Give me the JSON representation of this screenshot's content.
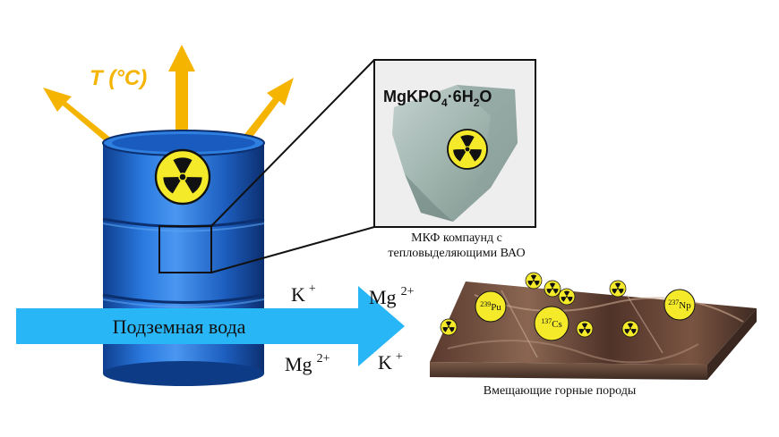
{
  "temperature_label": "T (°C)",
  "compound_formula": {
    "main": "MgKPO",
    "sub1": "4",
    "mid": "·6H",
    "sub2": "2",
    "end": "O"
  },
  "compound_caption": {
    "line1": "МКФ компаунд с",
    "line2": "тепловыделяющими ВАО"
  },
  "groundwater_label": "Подземная вода",
  "ions": {
    "top_left": {
      "symbol": "K",
      "charge": "+"
    },
    "top_right": {
      "symbol": "Mg",
      "charge": "2+"
    },
    "bottom_left": {
      "symbol": "Mg",
      "charge": "2+"
    },
    "bottom_right": {
      "symbol": "K",
      "charge": "+"
    }
  },
  "nuclides": [
    {
      "mass": "239",
      "symbol": "Pu"
    },
    {
      "mass": "137",
      "symbol": "Cs"
    },
    {
      "mass": "237",
      "symbol": "Np"
    }
  ],
  "rock_caption": "Вмещающие горные породы",
  "colors": {
    "barrel_blue": "#1f6fd1",
    "heat_arrow": "#f5b400",
    "water_arrow": "#29b6f6",
    "radiation_yellow": "#f4ea2a",
    "stone": "#a7b8b3",
    "rock": "#6b4a3a"
  },
  "icons": [
    "radiation-icon",
    "heat-arrow-icon",
    "water-arrow-icon"
  ]
}
